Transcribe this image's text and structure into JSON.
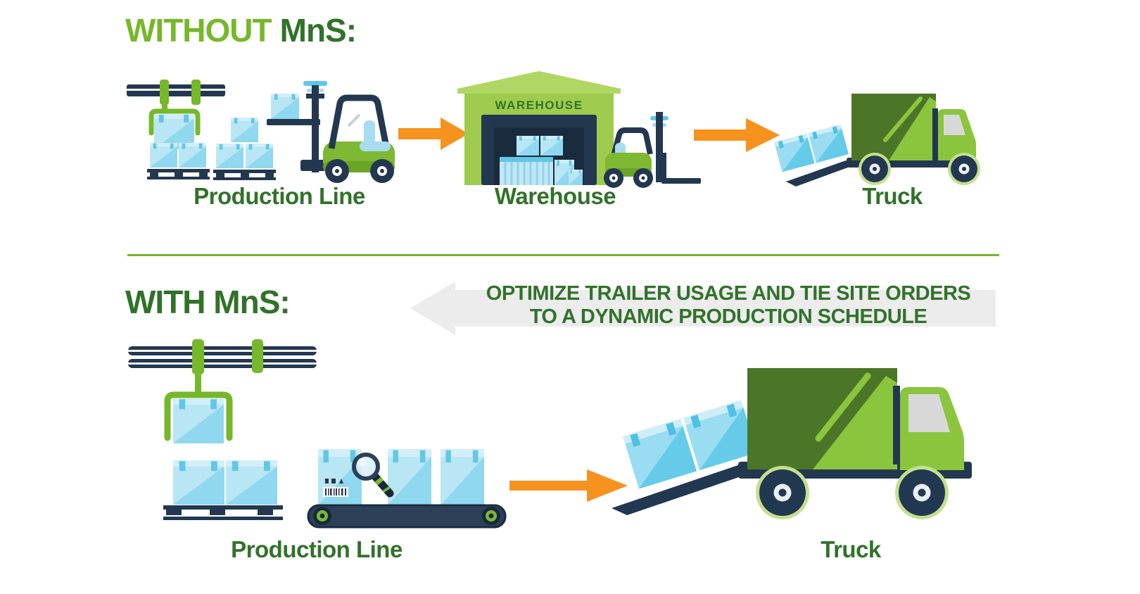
{
  "colors": {
    "light_green": "#76b82a",
    "dark_green": "#31722a",
    "orange": "#f6921e",
    "gray_arrow": "#ececec",
    "navy": "#233850",
    "navy_dark": "#1a2a3c",
    "forklift_green": "#7fb832",
    "truck_cargo_dark": "#4c7627",
    "truck_light_green": "#8bc53e",
    "wheel_ring_green": "#c3e08e",
    "box_blue_light": "#d2eefa",
    "box_blue_mid": "#b8e6f5",
    "box_blue_dark": "#62c6e6",
    "window_gray": "#d8d8d8",
    "warehouse_roof": "#b0d763",
    "warehouse_wall": "#9ecb4d"
  },
  "top": {
    "title_prefix": "WITHOUT",
    "title_suffix": "MnS:",
    "warehouse_sign": "WAREHOUSE",
    "steps": [
      {
        "label": "Production Line"
      },
      {
        "label": "Warehouse"
      },
      {
        "label": "Truck"
      }
    ]
  },
  "bottom": {
    "title": "WITH MnS:",
    "callout": {
      "line1": "OPTIMIZE TRAILER USAGE AND TIE SITE ORDERS",
      "line2": "TO A DYNAMIC PRODUCTION SCHEDULE"
    },
    "steps": [
      {
        "label": "Production Line"
      },
      {
        "label": "Truck"
      }
    ]
  }
}
